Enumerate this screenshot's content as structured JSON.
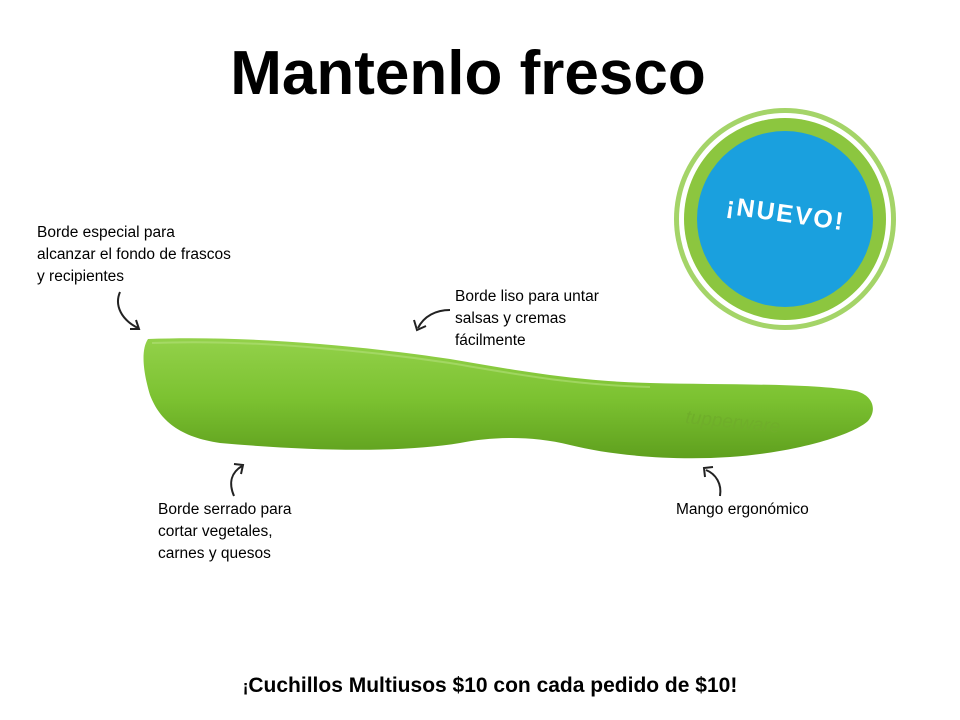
{
  "title": "Mantenlo fresco",
  "badge": {
    "text": "¡NUEVO!",
    "outer_color": "#8cc63f",
    "inner_color": "#1aa0de"
  },
  "knife": {
    "color": "#7cc231",
    "brand": "tupperware"
  },
  "notes": {
    "bottom_special": [
      "Borde especial para",
      "alcanzar el fondo de frascos",
      "y recipientes"
    ],
    "smooth_edge": [
      "Borde liso para untar",
      "salsas y cremas",
      "fácilmente"
    ],
    "serrated_edge": [
      "Borde serrado para",
      "cortar vegetales,",
      "carnes y quesos"
    ],
    "handle": [
      "Mango ergonómico"
    ]
  },
  "footer": {
    "excl": "¡",
    "text": "Cuchillos Multiusos $10 con cada pedido de $10!"
  }
}
